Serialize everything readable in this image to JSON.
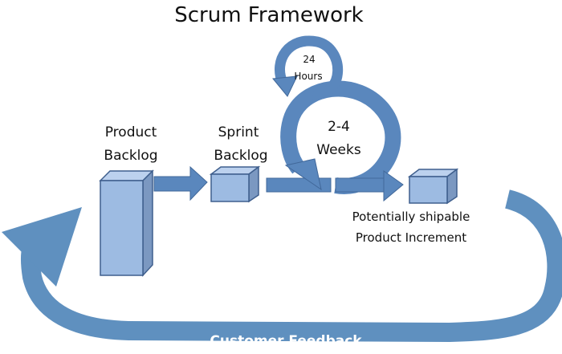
{
  "title": "Scrum Framework",
  "colors": {
    "arrow_fill": "#5a87bd",
    "arrow_stroke": "#41689a",
    "box_front": "#9dbbe2",
    "box_top": "#bcd1ee",
    "box_side": "#7b98c1",
    "box_stroke": "#3f5f8d",
    "feedback_arrow": "#5f90bf",
    "text": "#111111"
  },
  "nodes": {
    "product_backlog": {
      "line1": "Product",
      "line2": "Backlog"
    },
    "sprint_backlog": {
      "line1": "Sprint",
      "line2": "Backlog"
    },
    "daily_cycle": {
      "line1": "24",
      "line2": "Hours"
    },
    "sprint_cycle": {
      "line1": "2-4",
      "line2": "Weeks"
    },
    "increment": {
      "line1": "Potentially shipable",
      "line2": "Product Increment"
    }
  },
  "feedback": {
    "label": "Customer Feedback"
  }
}
